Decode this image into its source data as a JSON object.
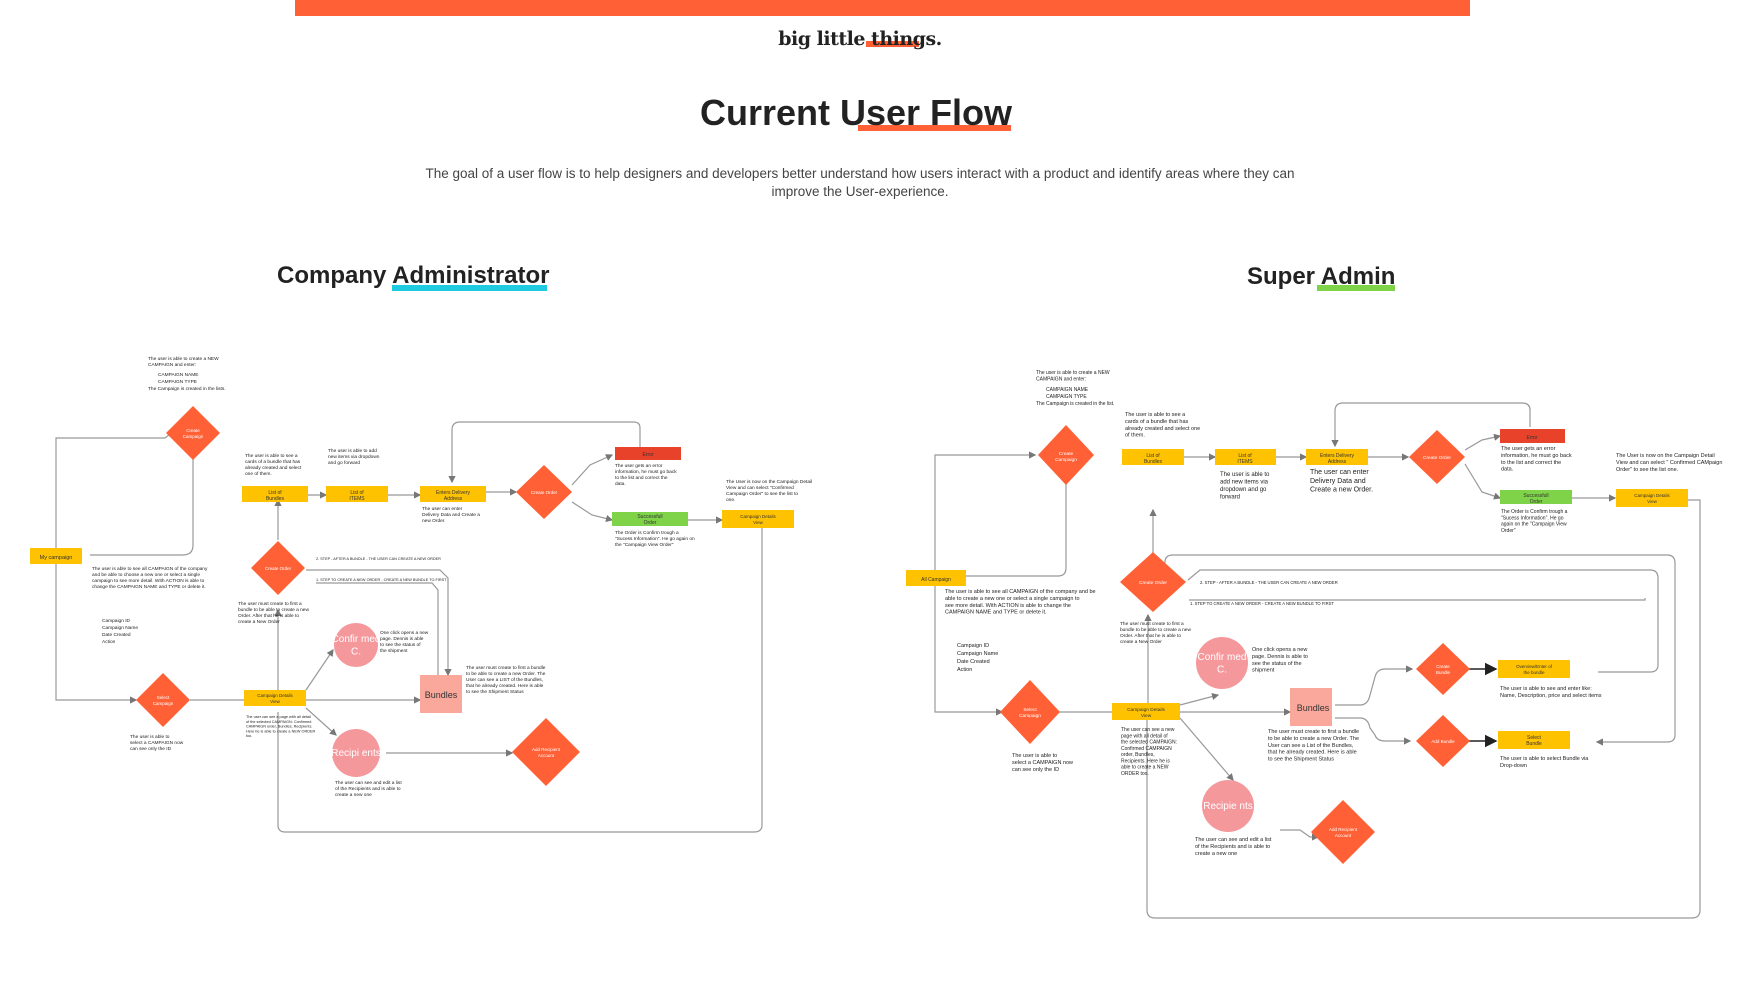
{
  "brand": "big little things.",
  "title": "Current User Flow",
  "intro": "The goal of a user flow is to help designers and developers better understand how users interact with a product and identify areas where they can improve the User-experience.",
  "colors": {
    "accent": "#ff6035",
    "diamond": "#ff6035",
    "process": "#ffc200",
    "success": "#7ed348",
    "error": "#e8432a",
    "pink_circle": "#f4989c",
    "pink_square": "#f9a89b",
    "admin_underline": "#1ecbe1",
    "super_underline": "#7ed348"
  },
  "sections": {
    "company": "Company Administrator",
    "super": "Super Admin"
  },
  "company": {
    "nodes": {
      "my_campaign": "My campaign",
      "create_campaign": "Create Campaign",
      "select_campaign": "Select Campaign",
      "campaign_details": "Campaign Details View",
      "create_order": "Create Order",
      "list_bundles": "List of Bundles",
      "list_items": "List of ITEMS",
      "enter_delivery": "Enters Delivery Address",
      "create_order2": "Create Order",
      "error": "Error",
      "success": "Successfull Order",
      "campaign_details2": "Campaign Details View",
      "confirmed": "Confir med C.",
      "bundles": "Bundles",
      "recipients": "Recipi ents",
      "add_recipient": "Add Recipient Account"
    },
    "notes": {
      "n1": "The user is able to create a NEW CAMPAIGN and enter:",
      "n1b": "CAMPAIGN NAME",
      "n1c": "CAMPAIGN TYPE",
      "n1d": "The Campaign is created in the lists.",
      "n2": "The user is able to see all CAMPAIGN of the company and be able to choose a new one or select a single campaign to see more detail. With ACTION is able to change the CAMPAIGN NAME and TYPE or delete it.",
      "n2b": "Campaign ID",
      "n2c": "Campaign Name",
      "n2d": "Date Created",
      "n2e": "Action",
      "n3": "The user is able to select a CAMPAIGN now can see only the ID",
      "n4": "The user is able to see a cards of a bundle that has already created and select one of them.",
      "n5": "The user is able to add new items via dropdown and go forward",
      "n6": "The user can enter Delivery Data and Create a new Order.",
      "n7": "The user gets an error information, he must go back to the list and correct the data.",
      "n8": "The Order is Confirm trough a \"Sucess Information\". He go again on the \"Campaign View Order\"",
      "n9": "The User is now on the Campaign Detail View and can select \"Confirmed Campaign Order\" to see the list to one.",
      "n10": "The user must create to first a bundle to be able to create a new Order. After that he is able to create a New Order",
      "n11": "One click opens a new page. Dennis is able to see the status of the shipment",
      "n12": "The user must create to first a bundle to be able to create a new Order. The User can see a LIST of the Bundles, that he already created. Here is able to see the Shipment Status",
      "n13": "The user can see and edit a list of the Recipients and is able to create a new one",
      "n14": "The user can see a page with all detail of the selected CAMPAIGN: Confirmed CAMPAIGN order, Bundles, Recipients. Here he is able to create a NEW ORDER too.",
      "step1": "2. STEP - AFTER A BUNDLE - THE USER CAN CREATE A NEW ORDER",
      "step2": "1. STEP TO CREATE A NEW ORDER - CREATE A NEW BUNDLE TO FIRST"
    }
  },
  "super": {
    "nodes": {
      "all_campaign": "All Campaign",
      "create_campaign": "Create Campaign",
      "select_campaign": "Select Campaign",
      "campaign_details": "Campaign Details View",
      "create_order": "Create Order",
      "list_bundles": "List of Bundles",
      "list_items": "List of ITEMS",
      "enter_delivery": "Enters Delivery Address",
      "create_order2": "Create Order",
      "error": "Error",
      "success": "Successfull Order",
      "campaign_details2": "Campaign Details View",
      "confirmed": "Confir med C.",
      "bundles": "Bundles",
      "recipients": "Recipie nts",
      "add_recipient": "Add Recipient Account",
      "create_bundle": "Create Bundle",
      "add_bundle": "Add Bundle",
      "overview_bundle": "Overview/Enter of the bundle",
      "select_bundle": "Select Bundle"
    },
    "notes": {
      "n1": "The user is able to create a NEW CAMPAIGN and enter:",
      "n1b": "CAMPAIGN NAME",
      "n1c": "CAMPAIGN TYPE",
      "n1d": "The Campaign is created in the list.",
      "n2": "The user is able to see all CAMPAIGN of the company and be able to create a new one or select a single campaign to see more detail. With ACTION is able to change the CAMPAIGN NAME and TYPE or delete it.",
      "n2b": "Campaign ID",
      "n2c": "Campaign Name",
      "n2d": "Date Created",
      "n2e": "Action",
      "n3": "The user is able to select a CAMPAIGN now can see only the ID",
      "n4": "The user is able to see a cards of a bundle that has already created and select one of them.",
      "n5": "The user is able to add new items via dropdown and go forward",
      "n6": "The user can enter Delivery Data and Create a new Order.",
      "n7": "The user gets an error information, he must go back to the list and correct the data.",
      "n8": "The Order is Confirm trough a \"Sucess Information\". He go again on the \"Campaign View Order\"",
      "n9": "The User is now on the Campaign Detail View and can select \" Confirmed CAMpaign Order\" to see the list one.",
      "n10": "The user must create to first a bundle to be able to create a new Order. After that he is able to create a New Order",
      "n11": "One click opens a new page. Dennis is able to see the status of the shipment",
      "n12": "The user must create to first a bundle to be able to create a new Order. The User can see a List of the Bundles, that he already created. Here is able to see the Shipment Status",
      "n13": "The user can see and edit a list of the Recipients and is able to create a new one",
      "n14": "The user can see a new page with all detail of the selected CAMPAIGN: Confirmed CAMPAIGN order, Bundles, Recipients. Here he is able to create a NEW ORDER too.",
      "n15": "The user is able to see and enter like: Name, Description, price and select items",
      "n16": "The user is able to select Bundle via Drop-down",
      "step1": "2. STEP - AFTER A BUNDLE - THE USER CAN CREATE A NEW ORDER",
      "step2": "1. STEP TO CREATE A NEW ORDER - CREATE A NEW BUNDLE TO FIRST"
    }
  }
}
